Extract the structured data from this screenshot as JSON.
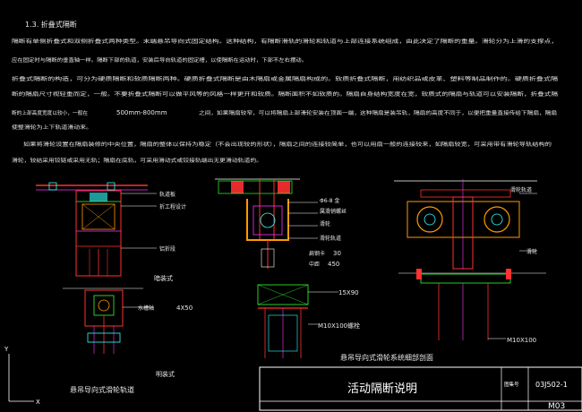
{
  "section_heading": "1.3. 折叠式隔断",
  "paragraphs": [
    "隔断有单侧折叠式和双侧折叠式两种类型。末端悬吊导向式固定结构。这种结构，有隔断滑轨的滑轮和轨道与上部连接系统组成，由此决定了隔断的重量。滑轮分为上滑的支撑点，",
    "应在固定时与隔断的垂直轴一样。隔断下部的轨道，安装后导向轨道的固定槽，以使隔断在运动时，下部不左右摆动。",
    "折叠式隔断的构造，可分为硬质隔断和软质隔断两种。硬质折叠式隔断是由木隔扇或金属隔扇构成的。软质折叠式隔断，用纺织品或皮革、塑料等制品制作的。硬质折叠式隔",
    "断的隔扇尺寸视轻重而定，一般。不要折叠式隔断可以做平风等的风格一样更开和软质。隔断面积不如软质的。隔扇自身结构宽度在宽，软质式的隔扇与轨道可以安装隔断，折叠式隔",
    "断的上部高度宽度以较小，一般在",
    "之间，如果隔扇较窄，可以将隔扇上部滑轮安装在顶面一端，这种隔扇是装吊轨，隔扇的高度不同于，以便把重量直接传给下隔扇，隔扇",
    "使整滑轮为上下轨道滑动来。",
    "如果将滑轮设置在隔扇装修的中央位置，隔扇的整体以保持为稳定（不会出现较的形状），隔扇之间的连接较简单，也可以用扇一般的连接较来，如隔扇较宽，可采用带有滑轮导轨结构的",
    "滑轮，较结采用铰链或采用无轨；隔扇在底轨，可采用滑动式或铰接轨端出无更滑动轨道的。"
  ],
  "size_range": "500mm-800mm",
  "detail_left": {
    "labels": [
      "轨道板",
      "折工程设计",
      "铝折段",
      "水槽轴",
      "4X50"
    ],
    "caption_upper": "暗装式",
    "caption_lower": "明装式",
    "title": "悬吊导向式滑轮轨道"
  },
  "detail_center": {
    "labels": [
      "Φ6-8 金",
      "属滑销螺丝",
      "滑轮",
      "滑轮轨道",
      "扁钢卡",
      "30",
      "中距",
      "450",
      "15X90",
      "M10X100螺栓"
    ]
  },
  "detail_right": {
    "labels": [
      "滑轮轨道",
      "滑轮",
      "M10X100"
    ],
    "title": "悬吊导向式滑轮系统细部剖面"
  },
  "title_block": {
    "title": "活动隔断说明",
    "label_no": "图集号",
    "drawing_no": "03J502-1",
    "page": "M03"
  },
  "colors": {
    "text": "#e8e8e8",
    "dim": "#f2f200",
    "frame": "#ffffff",
    "red": "#ff3030",
    "magenta": "#ff33ff",
    "green": "#33ff33",
    "cyan": "#33ffff",
    "orange": "#ff9900"
  }
}
